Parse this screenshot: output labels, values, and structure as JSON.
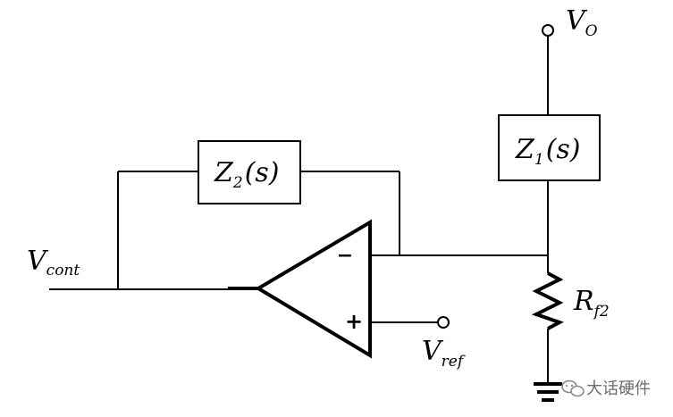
{
  "labels": {
    "vo_main": "V",
    "vo_sub": "O",
    "z1_main": "Z",
    "z1_sub": "1",
    "z1_arg": "(s)",
    "z2_main": "Z",
    "z2_sub": "2",
    "z2_arg": "(s)",
    "vcont_main": "V",
    "vcont_sub": "cont",
    "vref_main": "V",
    "vref_sub": "ref",
    "rf2_main": "R",
    "rf2_sub": "f2",
    "minus_sign": "−",
    "plus_sign": "+"
  },
  "watermark": {
    "text": "大话硬件",
    "icon": "wechat-icon"
  }
}
